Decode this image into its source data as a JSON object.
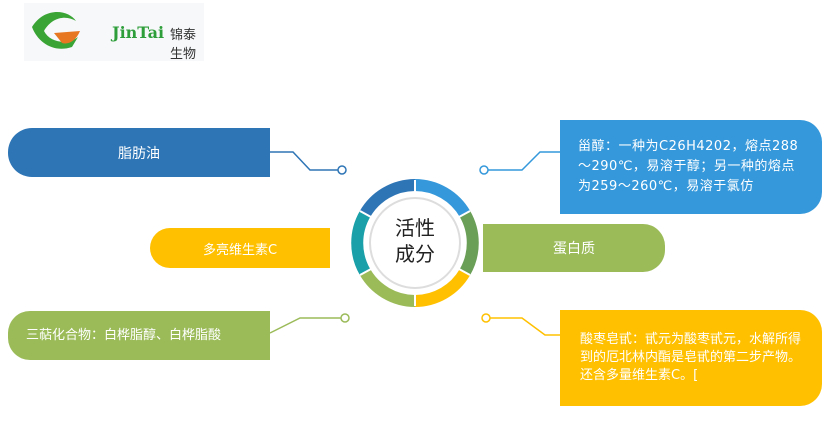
{
  "logo": {
    "brand": "JinTai",
    "name_cn": "锦泰生物"
  },
  "center": {
    "line1": "活性",
    "line2": "成分"
  },
  "items": {
    "fat_oil": "脂肪油",
    "vitamin_c": "多亮维生素C",
    "triterpene": "三萜化合物：白桦脂醇、白桦脂酸",
    "sterol": "甾醇：一种为C26H4202，熔点288～290℃，易溶于醇；另一种的熔点为259～260℃，易溶于氯仿",
    "protein": "蛋白质",
    "saponin": "酸枣皂甙：甙元为酸枣甙元，水解所得到的厄北林内酯是皂甙的第二步产物。还含多量维生素C。["
  },
  "colors": {
    "dark_blue": "#2e75b6",
    "blue": "#3498db",
    "green": "#6a9f58",
    "yellow": "#ffc000",
    "olive": "#9bbb59",
    "teal": "#1aa0a8"
  }
}
